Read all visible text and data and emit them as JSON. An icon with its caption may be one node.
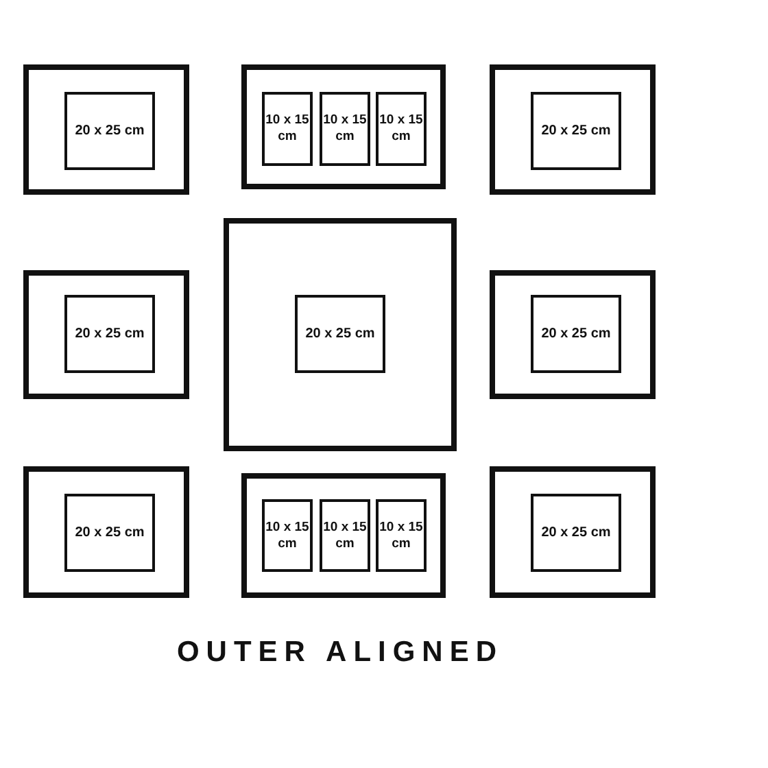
{
  "diagram": {
    "caption": "OUTER ALIGNED",
    "nodes": [
      {
        "text": [],
        "shape": "box"
      },
      {
        "text": [
          "20 x 25 cm"
        ],
        "in": 0
      },
      {
        "text": [],
        "shape": "box"
      },
      {
        "text": [
          "10 x 15 cm"
        ],
        "in": 2
      },
      {
        "text": [
          "10 x 15 cm"
        ],
        "in": 2
      },
      {
        "text": [
          "10 x 15 cm"
        ],
        "in": 2
      },
      {
        "text": [],
        "shape": "box"
      },
      {
        "text": [
          "20 x 25 cm"
        ],
        "in": 6
      },
      {
        "text": [],
        "shape": "box"
      },
      {
        "text": [
          "20 x 25 cm"
        ],
        "in": 8
      },
      {
        "text": [],
        "shape": "box"
      },
      {
        "text": [
          "20 x 25 cm"
        ],
        "in": 10
      },
      {
        "text": [],
        "shape": "box"
      },
      {
        "text": [
          "20 x 25 cm"
        ],
        "in": 12
      },
      {
        "text": [],
        "shape": "box"
      },
      {
        "text": [
          "20 x 25 cm"
        ],
        "in": 14
      },
      {
        "text": [],
        "shape": "box"
      },
      {
        "text": [
          "10 x 15 cm"
        ],
        "in": 16
      },
      {
        "text": [
          "10 x 15 cm"
        ],
        "in": 16
      },
      {
        "text": [
          "10 x 15 cm"
        ],
        "in": 16
      },
      {
        "text": [],
        "shape": "box"
      },
      {
        "text": [
          "20 x 25 cm"
        ],
        "in": 20
      }
    ]
  }
}
